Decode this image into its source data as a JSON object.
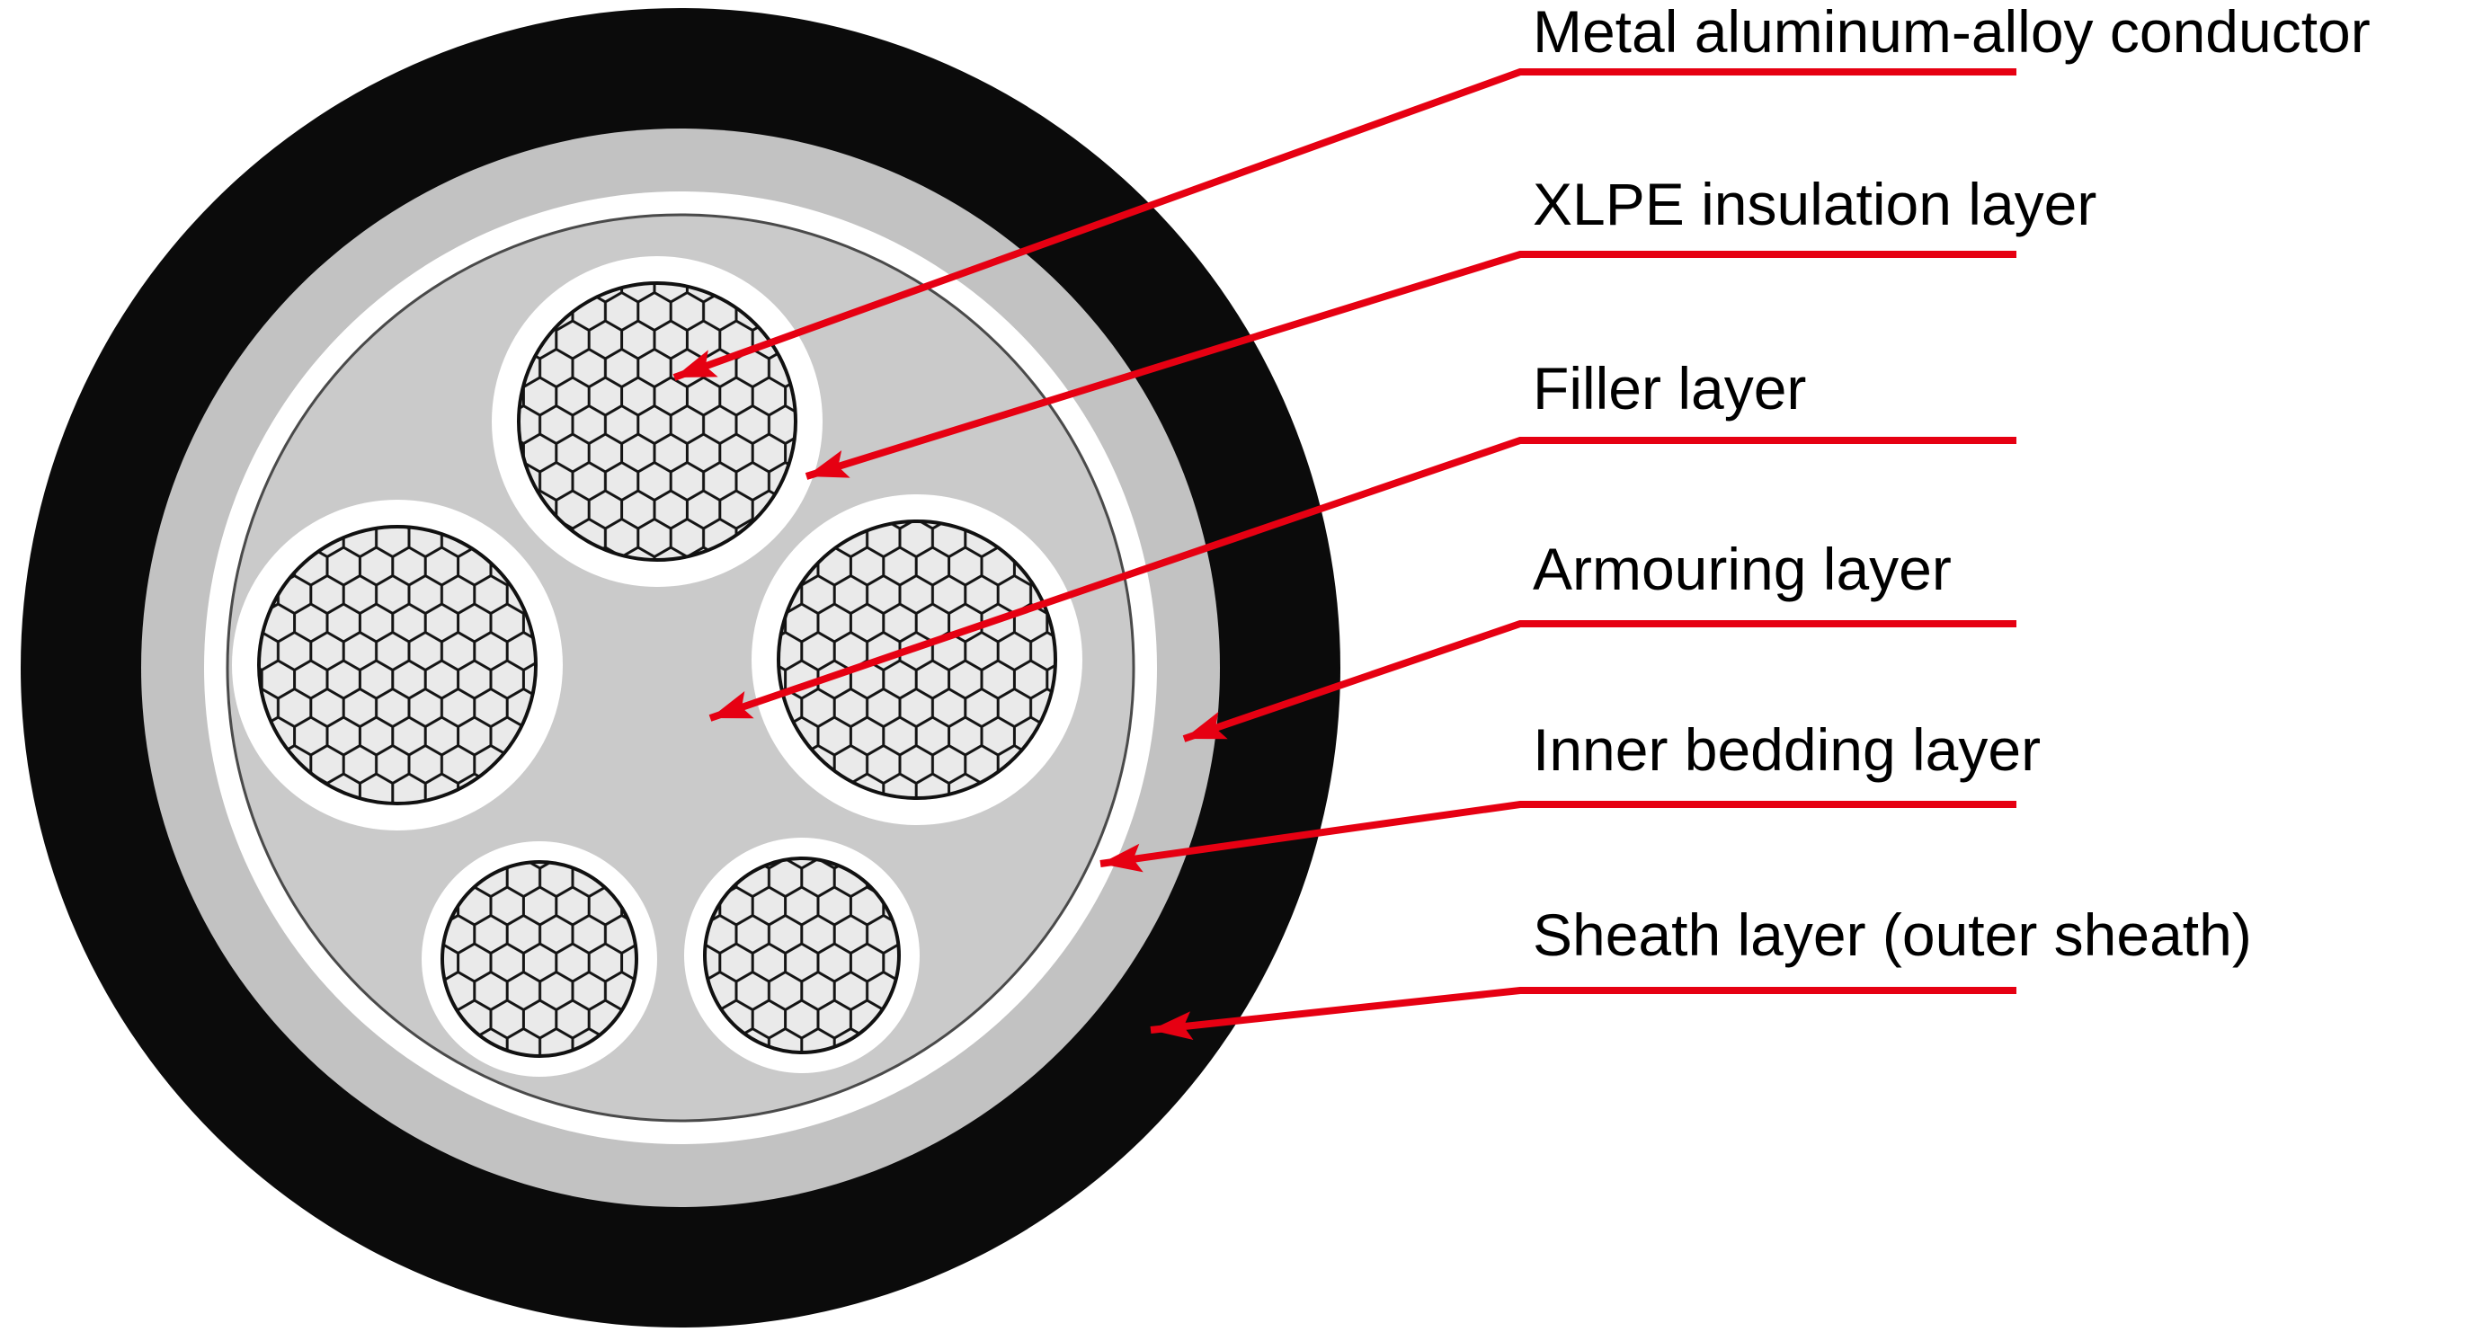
{
  "diagram": {
    "subject": "cable-cross-section"
  },
  "labels": [
    {
      "id": "metal-conductor",
      "text": "Metal aluminum-alloy conductor"
    },
    {
      "id": "xlpe-insulation",
      "text": "XLPE insulation layer"
    },
    {
      "id": "filler",
      "text": "Filler layer"
    },
    {
      "id": "armouring",
      "text": "Armouring layer"
    },
    {
      "id": "inner-bedding",
      "text": "Inner bedding layer"
    },
    {
      "id": "sheath",
      "text": "Sheath layer (outer sheath)"
    }
  ],
  "colors": {
    "arrow": "#e60012",
    "sheath": "#0b0b0b",
    "armour": "#c2c2c2",
    "bedding": "#ffffff",
    "filler": "#cacaca",
    "insulation": "#ffffff",
    "conductor_fill": "#eaeaea",
    "pattern_line": "#141414",
    "label_text": "#000000"
  }
}
